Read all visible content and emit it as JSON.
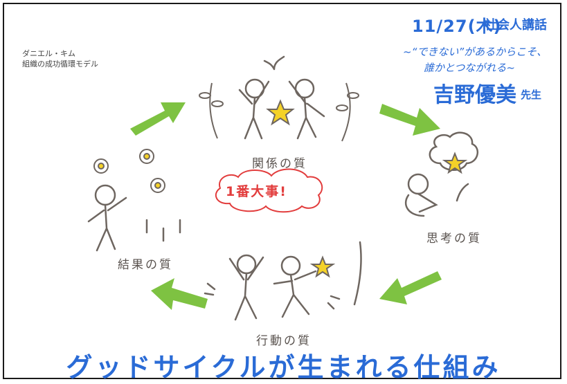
{
  "source": {
    "line1": "ダニエル・キム",
    "line2": "組織の成功循環モデル"
  },
  "event": {
    "date": "11/27(木)",
    "title": "社会人講話",
    "subtitle_line1": "~“できない”があるからこそ、",
    "subtitle_line2": "誰かとつながれる~",
    "speaker": "吉野優美",
    "speaker_suffix": "先生"
  },
  "cycle": {
    "relationship": "関係の質",
    "thinking": "思考の質",
    "action": "行動の質",
    "result": "結果の質",
    "emphasis": "1番大事!"
  },
  "headline": "グッドサイクルが生まれる仕組み",
  "colors": {
    "accent_blue": "#2a6bd6",
    "arrow_green": "#7ec242",
    "emphasis_red": "#e23c3c",
    "star_yellow": "#f5d228",
    "line_gray": "#6e6660"
  }
}
